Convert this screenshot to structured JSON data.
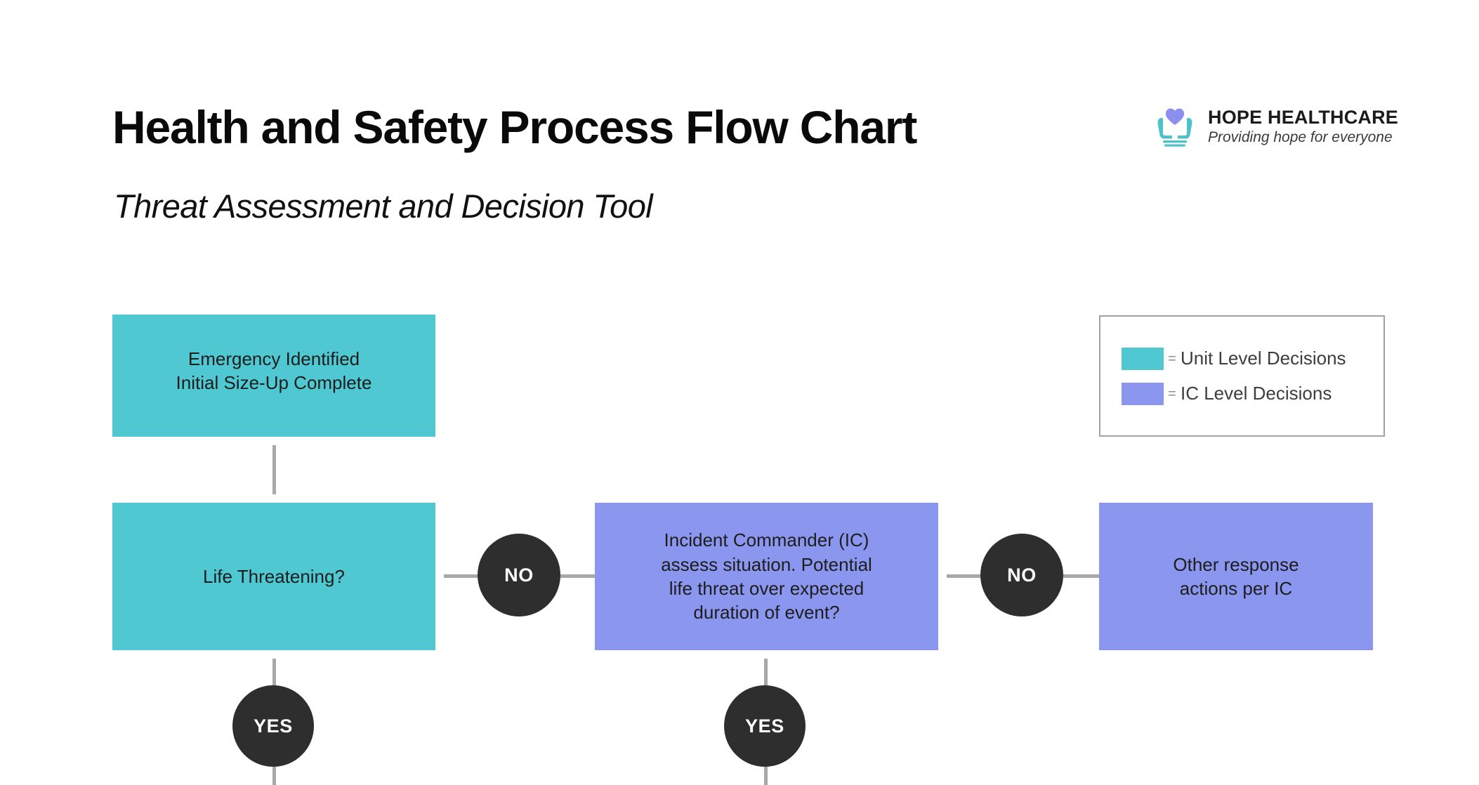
{
  "header": {
    "title": "Health and Safety Process Flow Chart",
    "subtitle": "Threat Assessment and Decision Tool"
  },
  "logo": {
    "icon": "heart-in-hands-icon",
    "name": "HOPE HEALTHCARE",
    "tagline": "Providing hope for everyone",
    "heart_color": "#8B8FEF",
    "hands_color": "#4FC2C9"
  },
  "legend": {
    "items": [
      {
        "label": "Unit Level Decisions",
        "color": "#4FC8D2",
        "separator": "="
      },
      {
        "label": "IC Level Decisions",
        "color": "#8B96EE",
        "separator": "="
      }
    ]
  },
  "chart_data": {
    "type": "flowchart",
    "title": "Health and Safety Process Flow Chart",
    "subtitle": "Threat Assessment and Decision Tool",
    "nodes": [
      {
        "id": "emergency",
        "text": "Emergency Identified\nInitial Size-Up Complete",
        "lines": [
          "Emergency Identified",
          "Initial Size-Up Complete"
        ],
        "category": "Unit Level Decisions",
        "color": "#4FC8D2",
        "shape": "rectangle"
      },
      {
        "id": "life-threatening",
        "text": "Life Threatening?",
        "lines": [
          "Life Threatening?"
        ],
        "category": "Unit Level Decisions",
        "color": "#4FC8D2",
        "shape": "rectangle"
      },
      {
        "id": "ic-assess",
        "text": "Incident Commander (IC) assess situation. Potential life threat over expected duration of event?",
        "lines": [
          "Incident Commander (IC)",
          "assess situation. Potential",
          "life threat over expected",
          "duration of event?"
        ],
        "category": "IC Level Decisions",
        "color": "#8B96EE",
        "shape": "rectangle"
      },
      {
        "id": "other-response",
        "text": "Other response actions per IC",
        "lines": [
          "Other response",
          "actions per IC"
        ],
        "category": "IC Level Decisions",
        "color": "#8B96EE",
        "shape": "rectangle"
      }
    ],
    "edges": [
      {
        "from": "emergency",
        "to": "life-threatening",
        "label": "",
        "direction": "down"
      },
      {
        "from": "life-threatening",
        "to": "ic-assess",
        "label": "NO",
        "direction": "right"
      },
      {
        "from": "life-threatening",
        "to": "(off-screen)",
        "label": "YES",
        "direction": "down"
      },
      {
        "from": "ic-assess",
        "to": "other-response",
        "label": "NO",
        "direction": "right"
      },
      {
        "from": "ic-assess",
        "to": "(off-screen)",
        "label": "YES",
        "direction": "down"
      }
    ],
    "badges": [
      {
        "id": "no-1",
        "label": "NO"
      },
      {
        "id": "no-2",
        "label": "NO"
      },
      {
        "id": "yes-1",
        "label": "YES"
      },
      {
        "id": "yes-2",
        "label": "YES"
      }
    ],
    "badge_color": "#2E2E2E",
    "connector_color": "#A8A8A8",
    "background": "#FFFFFF"
  },
  "nodes": {
    "emergency": {
      "line1": "Emergency Identified",
      "line2": "Initial Size-Up Complete"
    },
    "life_threatening": {
      "line1": "Life Threatening?"
    },
    "ic_assess": {
      "line1": "Incident Commander (IC)",
      "line2": "assess situation. Potential",
      "line3": "life threat over expected",
      "line4": "duration of event?"
    },
    "other_response": {
      "line1": "Other response",
      "line2": "actions per IC"
    }
  },
  "badges": {
    "no_1": "NO",
    "no_2": "NO",
    "yes_1": "YES",
    "yes_2": "YES"
  }
}
